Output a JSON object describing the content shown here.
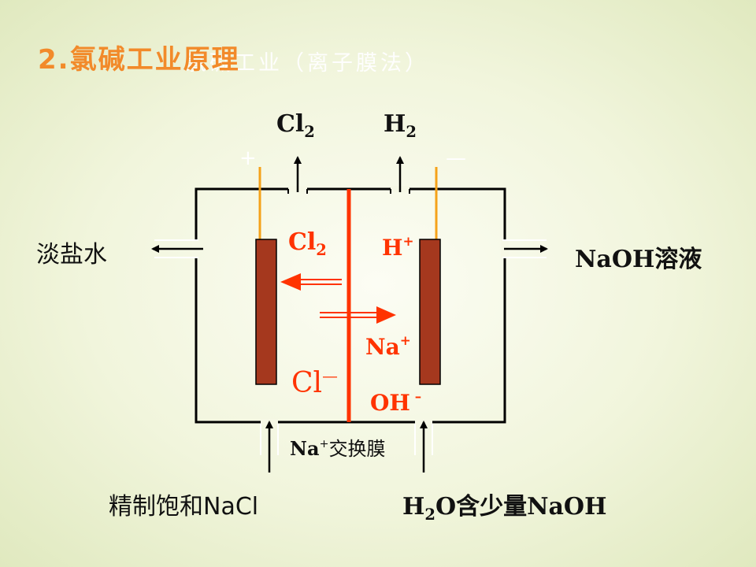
{
  "title": {
    "main": "2.氯碱工业原理",
    "ghost": "氯碱工业（离子膜法）"
  },
  "signs": {
    "plus": "+",
    "minus": "—"
  },
  "top_gases": {
    "cl2": {
      "base": "Cl",
      "sub": "2"
    },
    "h2": {
      "base": "H",
      "sub": "2"
    }
  },
  "outlets": {
    "left": "淡盐水",
    "right": "NaOH溶液"
  },
  "inside": {
    "cl2": {
      "base": "Cl",
      "sub": "2"
    },
    "h_ion": {
      "base": "H",
      "sup": "+"
    },
    "na_ion": {
      "base": "Na",
      "sup": "+"
    },
    "cl_ion": {
      "base": "Cl",
      "sup": "—"
    },
    "oh_ion": {
      "base": "OH",
      "sup": " –"
    }
  },
  "membrane": {
    "base": "Na",
    "sup": "+",
    "rest": "交换膜"
  },
  "inlets": {
    "left": "精制饱和NaCl",
    "right": {
      "pre": "H",
      "sub": "2",
      "rest": "O含少量NaOH"
    }
  },
  "colors": {
    "electrode": "#a5381e",
    "membrane": "#ff3300",
    "wire": "#f5a21a",
    "arrow": "#ff3300",
    "title": "#f28a2a"
  }
}
